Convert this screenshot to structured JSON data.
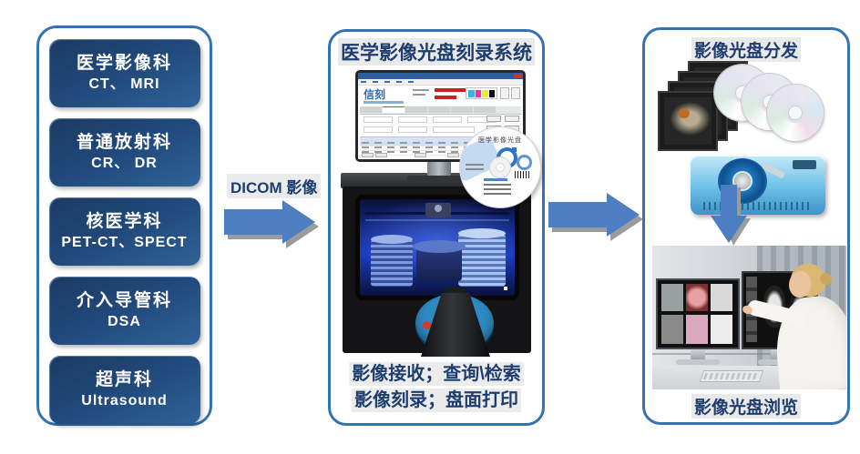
{
  "left_panel": {
    "departments": [
      {
        "name": "医学影像科",
        "modalities": "CT、 MRI"
      },
      {
        "name": "普通放射科",
        "modalities": "CR、 DR"
      },
      {
        "name": "核医学科",
        "modalities": "PET-CT、SPECT"
      },
      {
        "name": "介入导管科",
        "modalities": "DSA"
      },
      {
        "name": "超声科",
        "modalities": "Ultrasound"
      }
    ]
  },
  "flow": {
    "dicom_label": "DICOM 影像"
  },
  "center_panel": {
    "title": "医学影像光盘刻录系统",
    "screen_logo": "信刻",
    "disc_label": "医学影像光盘",
    "caption_line1": "影像接收；查询\\检索",
    "caption_line2": "影像刻录；盘面打印"
  },
  "right_panel": {
    "title": "影像光盘分发",
    "caption": "影像光盘浏览"
  },
  "colors": {
    "panel_border": "#3472b4",
    "box_gradient_dark": "#1b3a63",
    "box_gradient_light": "#2f6398",
    "arrow_fill": "#4d7ec1",
    "arrow_shadow": "#9b9b9b",
    "label_text": "#1d3e6e",
    "label_background": "#ebebeb",
    "ink_cyan": "#35b6e8",
    "ink_magenta": "#e8379b",
    "ink_yellow": "#f0ea2c",
    "ink_black": "#111111"
  }
}
